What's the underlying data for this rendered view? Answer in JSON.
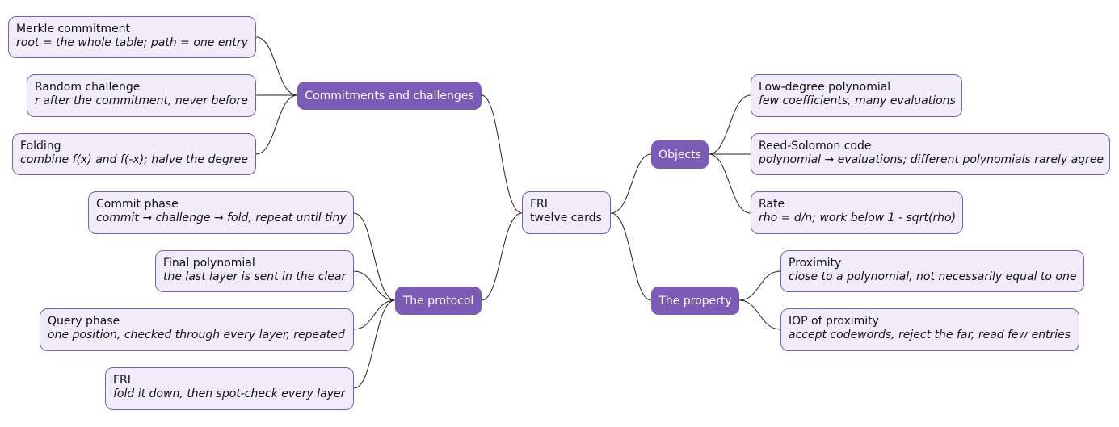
{
  "root": {
    "title": "FRI",
    "subtitle": "twelve cards"
  },
  "branches": {
    "commitments": {
      "label": "Commitments and challenges",
      "cards": [
        {
          "title": "Merkle commitment",
          "desc": "root = the whole table; path = one entry"
        },
        {
          "title": "Random challenge",
          "desc": "r after the commitment, never before"
        },
        {
          "title": "Folding",
          "desc": "combine f(x) and f(-x); halve the degree"
        }
      ]
    },
    "protocol": {
      "label": "The protocol",
      "cards": [
        {
          "title": "Commit phase",
          "desc": "commit → challenge → fold, repeat until tiny"
        },
        {
          "title": "Final polynomial",
          "desc": "the last layer is sent in the clear"
        },
        {
          "title": "Query phase",
          "desc": "one position, checked through every layer, repeated"
        },
        {
          "title": "FRI",
          "desc": "fold it down, then spot-check every layer"
        }
      ]
    },
    "objects": {
      "label": "Objects",
      "cards": [
        {
          "title": "Low-degree polynomial",
          "desc": "few coefficients, many evaluations"
        },
        {
          "title": "Reed-Solomon code",
          "desc": "polynomial → evaluations; different polynomials rarely agree"
        },
        {
          "title": "Rate",
          "desc": "rho = d/n; work below 1 - sqrt(rho)"
        }
      ]
    },
    "property": {
      "label": "The property",
      "cards": [
        {
          "title": "Proximity",
          "desc": "close to a polynomial, not necessarily equal to one"
        },
        {
          "title": "IOP of proximity",
          "desc": "accept codewords, reject the far, read few entries"
        }
      ]
    }
  },
  "colors": {
    "hub": "#7a5bb6",
    "card_fill": "#f1ecfa",
    "card_border": "#7a5bb6",
    "line": "#222222"
  }
}
